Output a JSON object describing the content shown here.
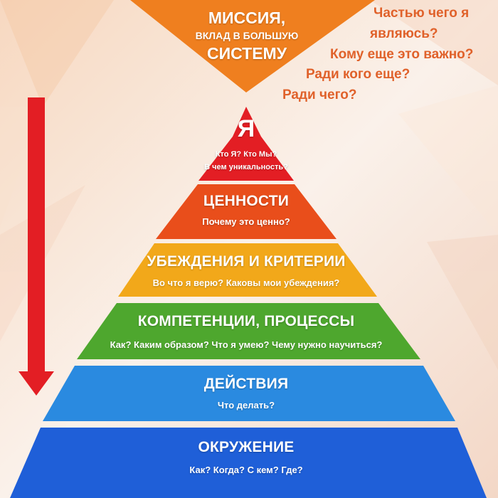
{
  "colors": {
    "mission": "#ef7f1f",
    "self": "#e31e24",
    "values": "#e94e1b",
    "beliefs": "#f2a81a",
    "competencies": "#4ea72e",
    "actions": "#2a8ae0",
    "environment": "#1f5fd8",
    "arrow": "#e31e24",
    "questions": "#e0612a"
  },
  "mission": {
    "title": "МИССИЯ,",
    "subtitle": "ВКЛАД В БОЛЬШУЮ",
    "title2": "СИСТЕМУ"
  },
  "mission_questions": [
    "Частью чего я",
    "являюсь?",
    "Кому еще это важно?",
    "Ради кого еще?",
    "Ради чего?"
  ],
  "levels": [
    {
      "title": "Я",
      "question": "Кто Я? Кто Мы?",
      "question2": "В чем уникальность?"
    },
    {
      "title": "ЦЕННОСТИ",
      "question": "Почему это ценно?"
    },
    {
      "title": "УБЕЖДЕНИЯ И КРИТЕРИИ",
      "question": "Во что я верю? Каковы мои убеждения?"
    },
    {
      "title": "КОМПЕТЕНЦИИ, ПРОЦЕССЫ",
      "question": "Как? Каким образом? Что я умею? Чему нужно научиться?"
    },
    {
      "title": "ДЕЙСТВИЯ",
      "question": "Что делать?"
    },
    {
      "title": "ОКРУЖЕНИЕ",
      "question": "Как? Когда? С кем? Где?"
    }
  ]
}
